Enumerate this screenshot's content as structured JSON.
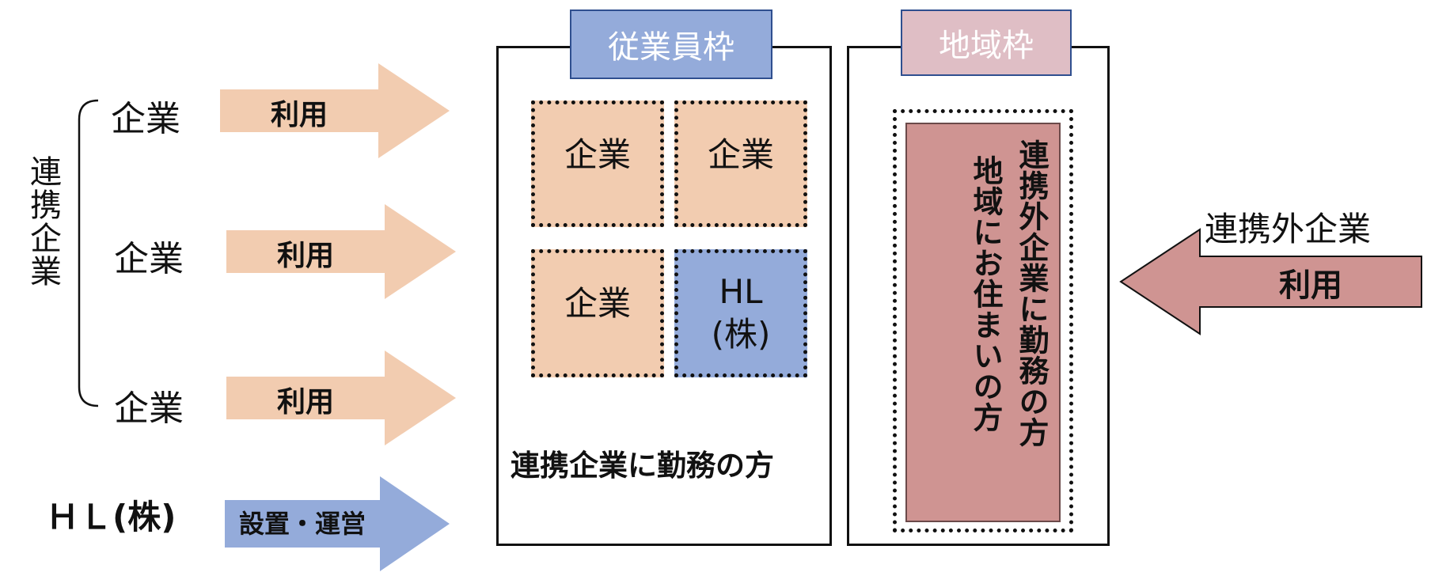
{
  "colors": {
    "peach": "#f2ccb0",
    "blue": "#94abda",
    "rose": "#cf9492",
    "pinkTab": "#dfbec5",
    "border": "#111111"
  },
  "left": {
    "group_label": "連携企業",
    "companies": [
      "企業",
      "企業",
      "企業"
    ],
    "hl_label": "ＨＬ(株)",
    "arrow_labels": [
      "利用",
      "利用",
      "利用"
    ],
    "hl_arrow_label": "設置・運営"
  },
  "employee_panel": {
    "tab": "従業員枠",
    "tiles": [
      "企業",
      "企業",
      "企業"
    ],
    "hl_tile_line1": "HL",
    "hl_tile_line2": "(株)",
    "caption": "連携企業に勤務の方"
  },
  "region_panel": {
    "tab": "地域枠",
    "col1": "連携外企業に勤務の方",
    "col2": "地域にお住まいの方"
  },
  "right": {
    "label": "連携外企業",
    "arrow_label": "利用"
  }
}
